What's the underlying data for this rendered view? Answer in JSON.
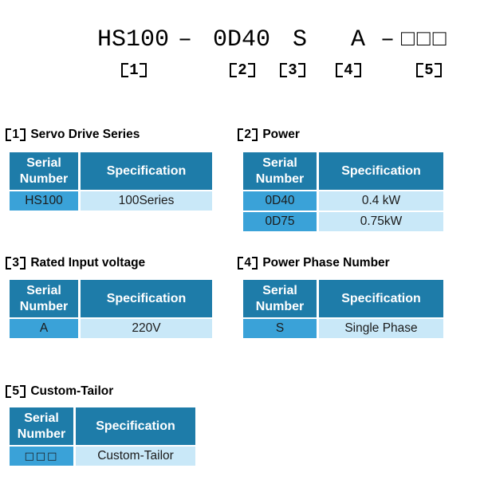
{
  "model_code": {
    "segments": [
      "HS100",
      "–",
      "0D40",
      "S",
      "A",
      "–",
      "□□□"
    ],
    "callouts": [
      "1",
      "2",
      "3",
      "4",
      "5"
    ]
  },
  "sections": [
    {
      "ref": "1",
      "title": "Servo Drive Series",
      "col1": "Serial Number",
      "col2": "Specification",
      "rows": [
        {
          "serial": "HS100",
          "spec": "100Series"
        }
      ]
    },
    {
      "ref": "2",
      "title": "Power",
      "col1": "Serial Number",
      "col2": "Specification",
      "rows": [
        {
          "serial": "0D40",
          "spec": "0.4 kW"
        },
        {
          "serial": "0D75",
          "spec": "0.75kW"
        }
      ]
    },
    {
      "ref": "3",
      "title": "Rated Input voltage",
      "col1": "Serial Number",
      "col2": "Specification",
      "rows": [
        {
          "serial": "A",
          "spec": "220V"
        }
      ]
    },
    {
      "ref": "4",
      "title": "Power Phase Number",
      "col1": "Serial Number",
      "col2": "Specification",
      "rows": [
        {
          "serial": "S",
          "spec": "Single Phase"
        }
      ]
    },
    {
      "ref": "5",
      "title": "Custom-Tailor",
      "col1": "Serial Number",
      "col2": "Specification",
      "rows": [
        {
          "serial": "□□□",
          "spec": "Custom-Tailor"
        }
      ]
    }
  ],
  "colors": {
    "header_bg": "#1e7ca9",
    "header_text": "#ffffff",
    "serial_bg": "#3aa2d8",
    "spec_bg": "#c9e8f8",
    "body_text": "#1b1b1b"
  }
}
